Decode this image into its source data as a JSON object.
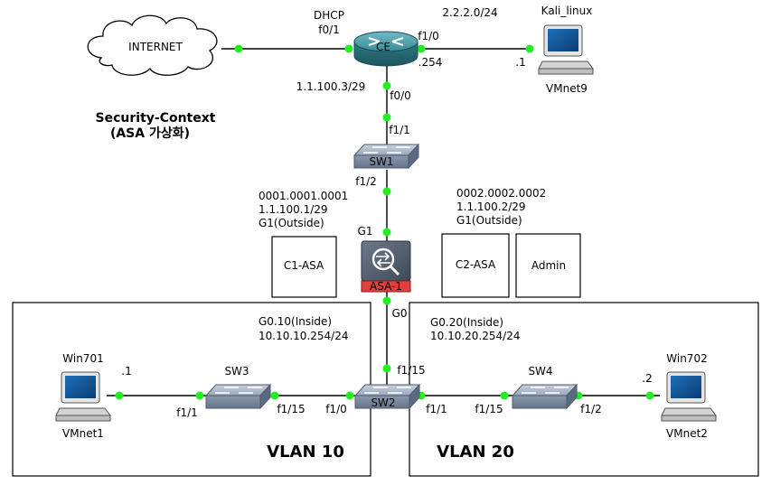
{
  "colors": {
    "link": "#000000",
    "port_dot": "#22ee22",
    "switch_body": "#9aa7b8",
    "router_body": "#3d8a95",
    "asa_label_bg": "#e04040",
    "asa_body": "#c24040"
  },
  "icons": {
    "internet": "cloud-icon",
    "router": "router-icon",
    "switch": "switch-icon",
    "pc": "pc-icon",
    "firewall": "firewall-icon"
  },
  "title": {
    "line1": "Security-Context",
    "line2": "(ASA 가상화)"
  },
  "nodes": {
    "internet": "INTERNET",
    "router": "CE",
    "kali": "Kali_linux",
    "kali_net": "VMnet9",
    "sw1": "SW1",
    "asa": "ASA-1",
    "sw2": "SW2",
    "sw3": "SW3",
    "sw4": "SW4",
    "win701": "Win701",
    "win701_net": "VMnet1",
    "win702": "Win702",
    "win702_net": "VMnet2"
  },
  "contexts": {
    "c1": "C1-ASA",
    "c2": "C2-ASA",
    "admin": "Admin"
  },
  "labels": {
    "dhcp": "DHCP",
    "ce_f0_1": "f0/1",
    "ce_f1_0": "f1/0",
    "net_2222": "2.2.2.0/24",
    "ce_254": ".254",
    "kali_1": ".1",
    "ce_ip": "1.1.100.3/29",
    "ce_f0_0": "f0/0",
    "sw1_f1_1": "f1/1",
    "sw1_f1_2": "f1/2",
    "c1_mac": "0001.0001.0001",
    "c1_ip": "1.1.100.1/29",
    "c1_if": "G1(Outside)",
    "c2_mac": "0002.0002.0002",
    "c2_ip": "1.1.100.2/29",
    "c2_if": "G1(Outside)",
    "asa_g1": "G1",
    "asa_g0": "G0",
    "sw2_f1_15": "f1/15",
    "c1_inside": "G0.10(Inside)",
    "c1_inside_ip": "10.10.10.254/24",
    "c2_inside": "G0.20(Inside)",
    "c2_inside_ip": "10.10.20.254/24",
    "win701_ip": ".1",
    "win702_ip": ".2",
    "sw3_f1_1": "f1/1",
    "sw3_f1_15": "f1/15",
    "sw2_f1_0": "f1/0",
    "sw2_f1_1": "f1/1",
    "sw4_f1_15": "f1/15",
    "sw4_f1_2": "f1/2"
  },
  "vlans": {
    "vlan10": "VLAN 10",
    "vlan20": "VLAN 20"
  }
}
